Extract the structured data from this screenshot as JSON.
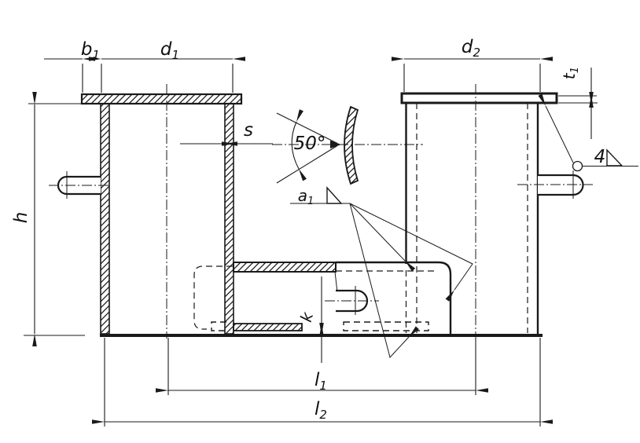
{
  "drawing": {
    "description": "double bollard technical drawing",
    "colors": {
      "line": "#1a1a1a",
      "background": "#ffffff"
    },
    "labels": {
      "b1": {
        "base": "b",
        "sub": "1"
      },
      "d1": {
        "base": "d",
        "sub": "1"
      },
      "d2": {
        "base": "d",
        "sub": "2"
      },
      "t1": {
        "base": "t",
        "sub": "1"
      },
      "s": "s",
      "angle": "50°",
      "a1": {
        "base": "a",
        "sub": "1"
      },
      "weld_size": "4",
      "h": "h",
      "k": "k",
      "l1": {
        "base": "l",
        "sub": "1"
      },
      "l2": {
        "base": "l",
        "sub": "2"
      }
    }
  }
}
